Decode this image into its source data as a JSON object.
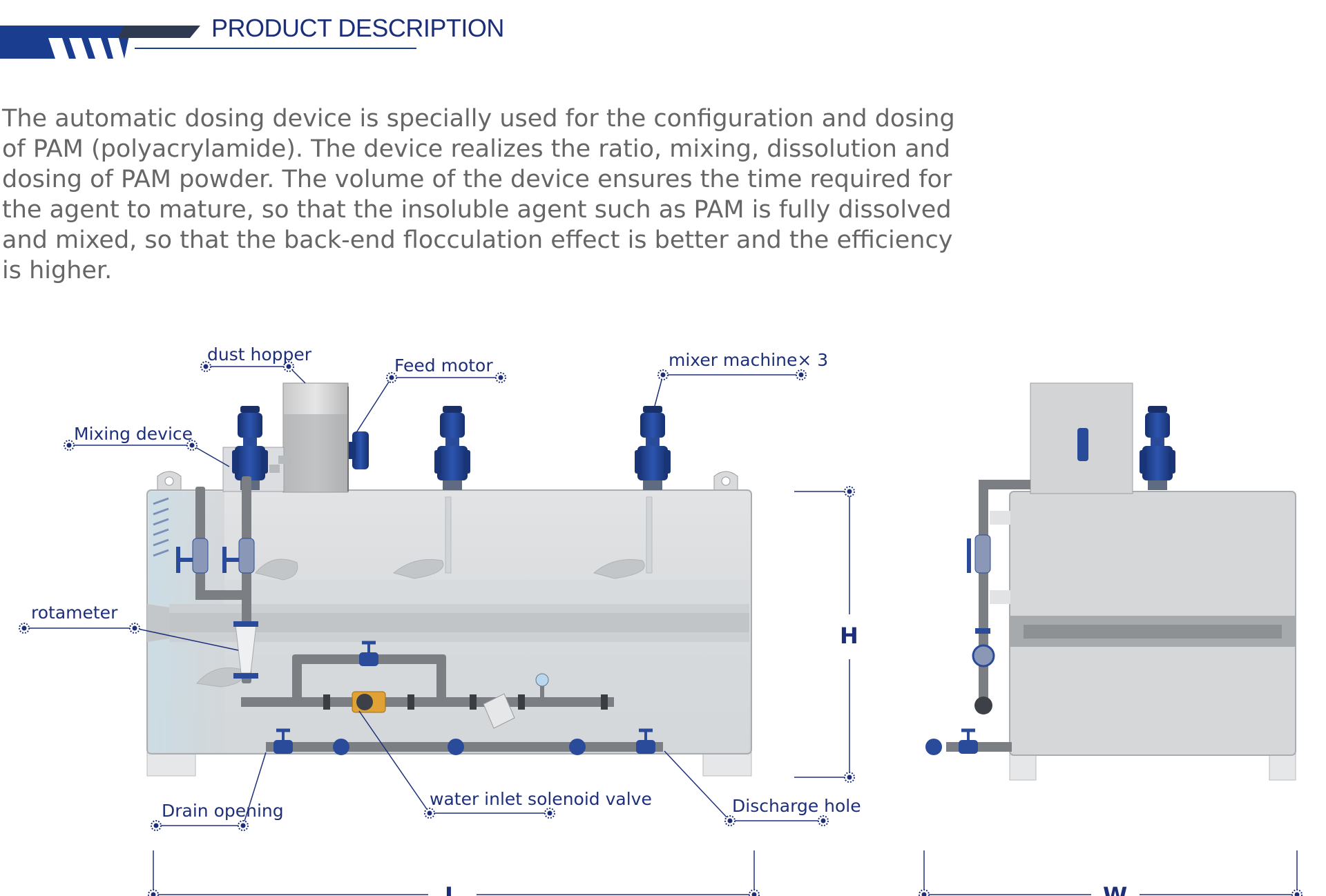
{
  "header": {
    "title": "PRODUCT DESCRIPTION",
    "accent_color": "#1b3d8f"
  },
  "description": "The automatic dosing device is specially used for the configuration and dosing of PAM (polyacrylamide). The device realizes the ratio, mixing, dissolution and dosing of PAM powder. The volume of the device ensures the time required for the agent to mature, so that the insoluble agent such as PAM is fully dissolved and mixed, so that the back-end flocculation effect is better and the efficiency is higher.",
  "labels": {
    "dust_hopper": "dust hopper",
    "feed_motor": "Feed motor",
    "mixer_machine": "mixer machine× 3",
    "mixing_device": "Mixing device",
    "rotameter": "rotameter",
    "drain_opening": "Drain opening",
    "water_inlet_valve": "water inlet solenoid valve",
    "discharge_hole": "Discharge hole"
  },
  "dimensions": {
    "height": "H",
    "length": "L",
    "width": "W"
  },
  "colors": {
    "motor_blue": "#1f3f8f",
    "tank_grey": "#d4d6d8",
    "pipe_grey": "#7b7f84",
    "valve_brass": "#e0a135",
    "label_blue": "#1e2f7a"
  }
}
